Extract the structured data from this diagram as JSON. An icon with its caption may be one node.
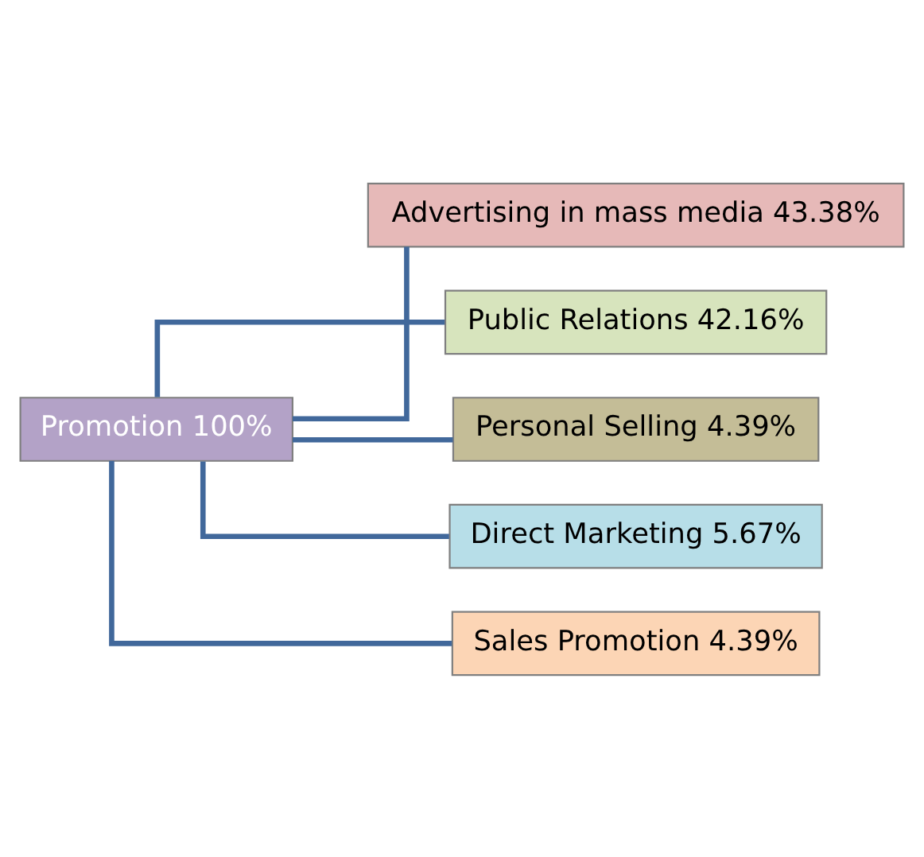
{
  "diagram": {
    "nodes": [
      {
        "text": [
          "Promotion 100%"
        ]
      },
      {
        "text": [
          "Advertising in mass media 43.38%"
        ]
      },
      {
        "text": [
          "Public Relations 42.16%"
        ]
      },
      {
        "text": [
          "Personal Selling 4.39%"
        ]
      },
      {
        "text": [
          "Direct Marketing 5.67%"
        ]
      },
      {
        "text": [
          "Sales Promotion 4.39%"
        ]
      }
    ],
    "edges": [
      {
        "from": 0,
        "to": 1,
        "arrow": "none"
      },
      {
        "from": 0,
        "to": 2,
        "arrow": "none"
      },
      {
        "from": 0,
        "to": 3,
        "arrow": "none"
      },
      {
        "from": 0,
        "to": 4,
        "arrow": "none"
      },
      {
        "from": 0,
        "to": 5,
        "arrow": "none"
      }
    ]
  }
}
